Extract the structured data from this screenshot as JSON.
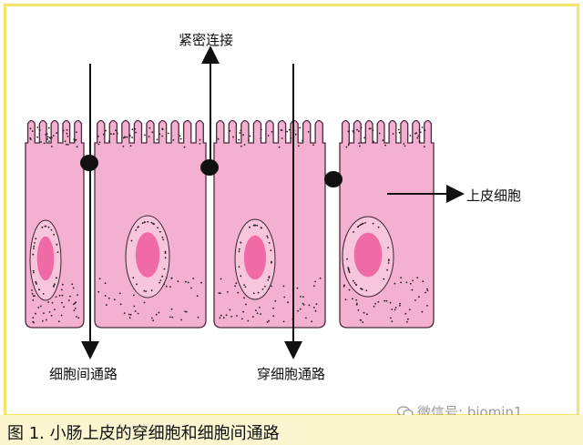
{
  "labels": {
    "tight_junction": "紧密连接",
    "epithelial_cell": "上皮细胞",
    "paracellular_pathway": "细胞间通路",
    "transcellular_pathway": "穿细胞通路"
  },
  "caption": "图 1. 小肠上皮的穿细胞和细胞间通路",
  "watermark": "微信号: biomin1",
  "colors": {
    "cell_fill": "#f3b0d0",
    "cell_stroke": "#4a2a3a",
    "nucleus_fill": "#f06aa6",
    "nucleus_ring": "#f7c6dd",
    "junction": "#111111",
    "border": "#f4e46a",
    "caption_bg": "#fbf6cf"
  }
}
